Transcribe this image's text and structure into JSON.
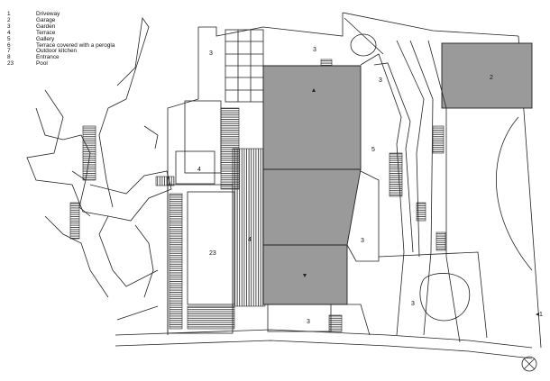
{
  "legend": [
    {
      "num": "1",
      "text": "Driveway"
    },
    {
      "num": "2",
      "text": "Garage"
    },
    {
      "num": "3",
      "text": "Garden"
    },
    {
      "num": "4",
      "text": "Terrace"
    },
    {
      "num": "5",
      "text": "Gallery"
    },
    {
      "num": "6",
      "text": "Terrace covered with a perogla"
    },
    {
      "num": "7",
      "text": "Outdoor kitchen"
    },
    {
      "num": "8",
      "text": "Entrance"
    },
    {
      "num": "23",
      "text": "Pool"
    }
  ],
  "plan_labels": {
    "garage": "2",
    "garden_top_left": "3",
    "garden_top_center": "3",
    "garden_right_strip": "3",
    "garden_right_round": "3",
    "garden_mid": "3",
    "garden_bottom": "3",
    "terrace": "4",
    "terrace_pool_side": "4",
    "gallery": "5",
    "pool": "23",
    "driveway": "1"
  },
  "colors": {
    "roof": "#9a9a9a",
    "line": "#222222"
  }
}
